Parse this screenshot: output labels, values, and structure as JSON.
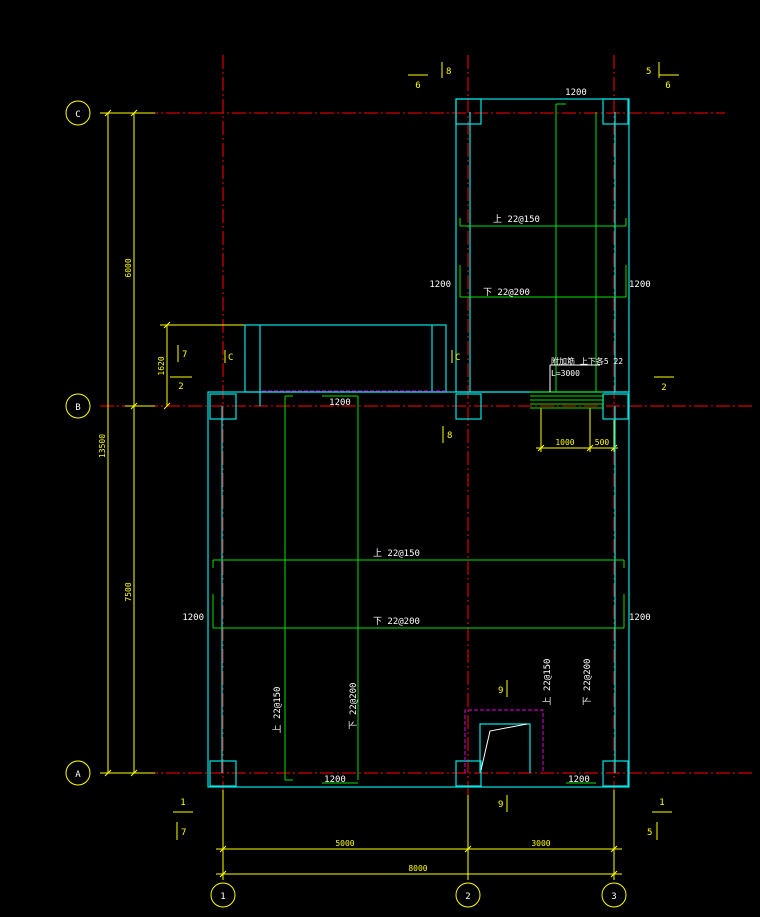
{
  "grid_axes": {
    "horizontal": [
      "C",
      "B",
      "A"
    ],
    "vertical": [
      "1",
      "2",
      "3"
    ]
  },
  "dimensions": {
    "c_to_b": "6000",
    "b_to_a": "7500",
    "total_vertical": "13500",
    "span_1_2": "5000",
    "span_2_3": "3000",
    "total_horizontal": "8000",
    "ledge_height": "1620",
    "opening_1000": "1000",
    "opening_500": "500"
  },
  "rebar": {
    "upper_top": "上 22@150",
    "upper_bottom": "下 22@200",
    "lower_top": "上 22@150",
    "lower_bottom": "下 22@200",
    "vert_left_top": "上 22@150",
    "vert_left_bottom": "下 22@200",
    "vert_right_top": "上 22@150",
    "vert_right_bottom": "下 22@200",
    "special_label": "附加筋 上下各5 22",
    "special_length": "L=3000"
  },
  "slab_dims": {
    "upper_top_1200": "1200",
    "upper_left_1200": "1200",
    "upper_right_1200": "1200",
    "mid_1200": "1200",
    "lower_left_1200": "1200",
    "lower_right_1200": "1200",
    "bottom_1200_a": "1200",
    "bottom_1200_b": "1200"
  },
  "section_marks": {
    "s6_left_den": "6",
    "s8_top": "8",
    "s5_top_num": "5",
    "s6_right_den": "6",
    "s7_num": "7",
    "s7_den": "2",
    "s2_right_den": "2",
    "s8_mid": "8",
    "s9_top": "9",
    "s9_bottom": "9",
    "s1_left_num": "1",
    "s7_bottom": "7",
    "s1_right_num": "1",
    "s5_bottom": "5",
    "c_left": "C",
    "c_mid": "C"
  }
}
